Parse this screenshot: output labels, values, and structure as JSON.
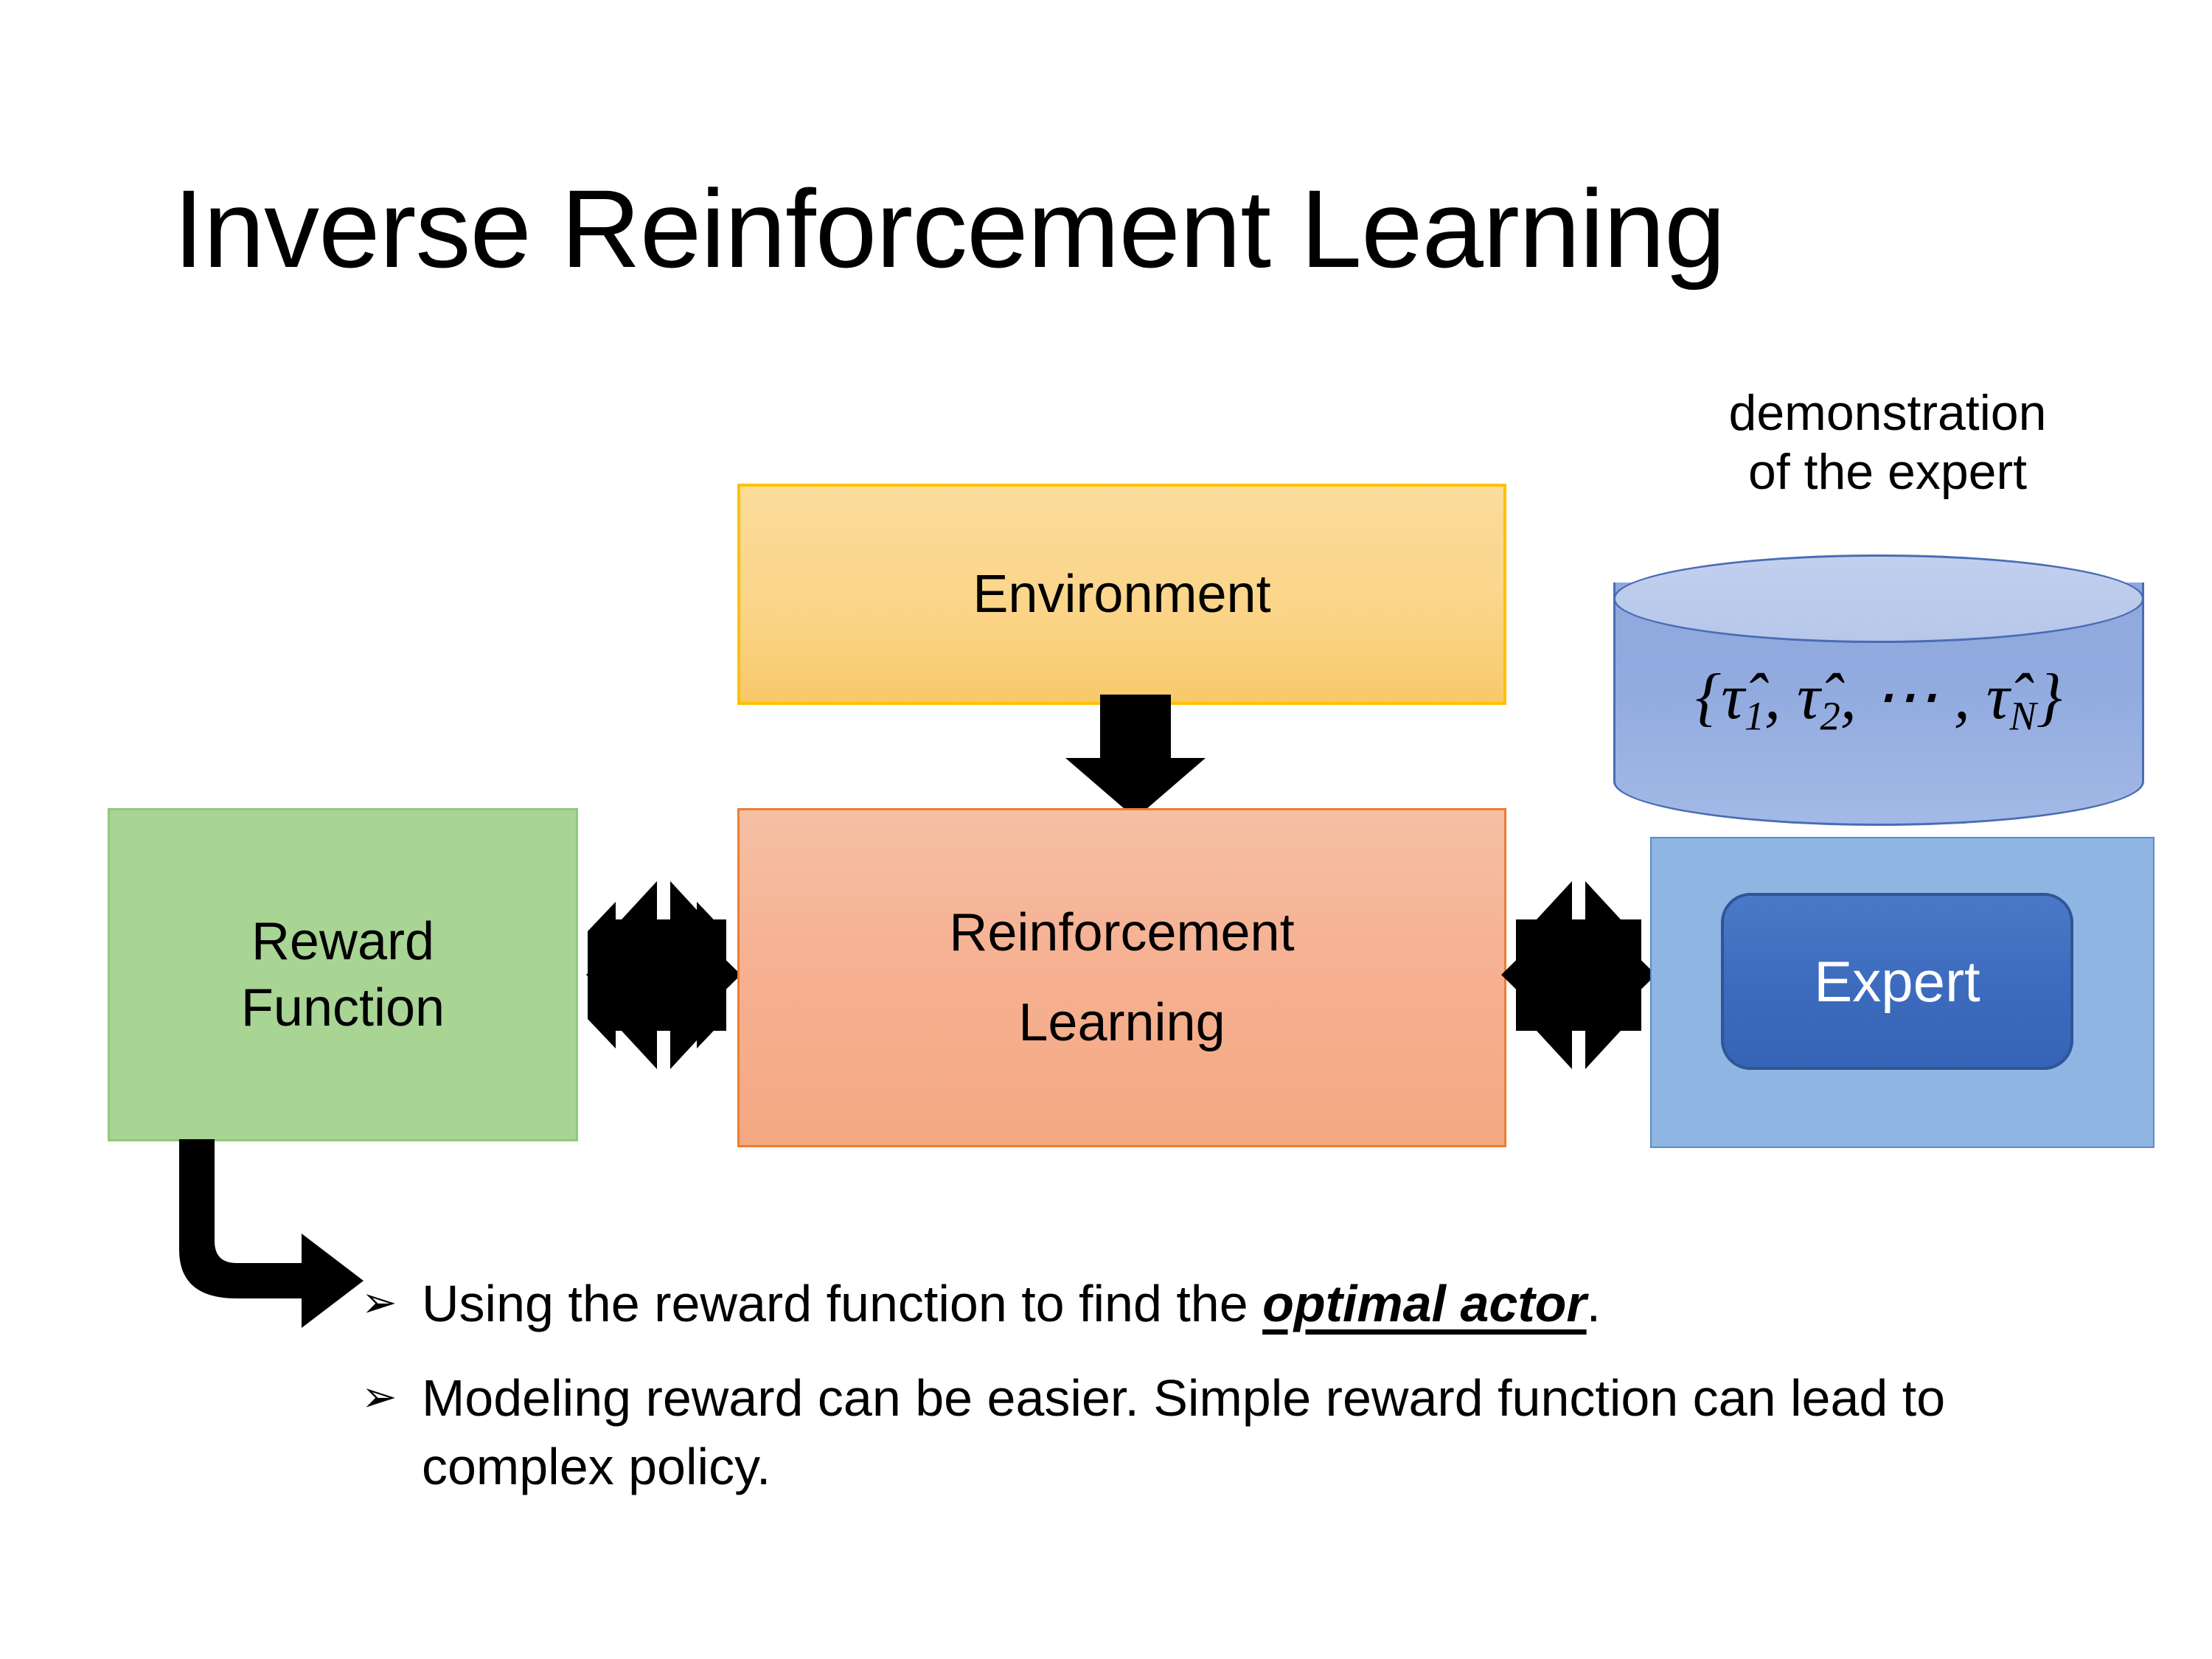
{
  "slide": {
    "title": "Inverse Reinforcement Learning",
    "background_color": "#FFFFFF"
  },
  "diagram": {
    "environment": {
      "label": "Environment",
      "fill_color": "#FBD58A",
      "border_color": "#FFC000"
    },
    "reward_function": {
      "label_line1": "Reward",
      "label_line2": "Function",
      "fill_color": "#A8D494",
      "border_color": "#8EC97C"
    },
    "reinforcement_learning": {
      "label_line1": "Reinforcement",
      "label_line2": "Learning",
      "fill_color": "#F6B294",
      "border_color": "#ED7D31"
    },
    "demonstration": {
      "caption_line1": "demonstration",
      "caption_line2": "of the expert",
      "cylinder_formula_open": "{",
      "cylinder_formula_t1": "τ̂",
      "cylinder_formula_sub1": "1",
      "cylinder_formula_sep1": ", ",
      "cylinder_formula_t2": "τ̂",
      "cylinder_formula_sub2": "2",
      "cylinder_formula_sep2": ", ⋯ , ",
      "cylinder_formula_tn": "τ̂",
      "cylinder_formula_subn": "N",
      "cylinder_formula_close": "}",
      "cylinder_fill_color": "#92ABDF",
      "cylinder_top_color": "#B6C7EA",
      "cylinder_border_color": "#4A6CB5"
    },
    "expert": {
      "label": "Expert",
      "panel_fill_color": "#8FB5E2",
      "chip_fill_color": "#3D6CBE",
      "chip_border_color": "#2F5597",
      "label_color": "#FFFFFF"
    },
    "arrows": {
      "environment_to_rl": "down-arrow",
      "reward_to_rl": "bidirectional-quad-arrow",
      "rl_to_expert": "bidirectional-quad-arrow",
      "reward_to_bullet": "elbow-arrow",
      "color": "#000000"
    }
  },
  "bullets": [
    {
      "glyph": "➢",
      "text_before": "Using the reward function to find the ",
      "emphasis": "optimal actor",
      "text_after": "."
    },
    {
      "glyph": "➢",
      "text_before": "Modeling reward can be easier. Simple reward function can lead to complex policy.",
      "emphasis": "",
      "text_after": ""
    }
  ]
}
